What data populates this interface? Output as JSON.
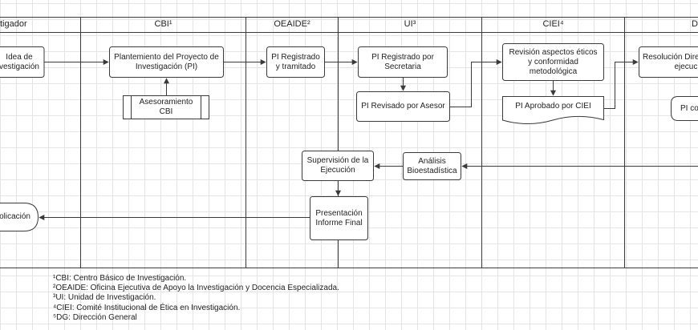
{
  "lanes": [
    {
      "id": "inv",
      "label": "tigador"
    },
    {
      "id": "cbi",
      "label": "CBI¹"
    },
    {
      "id": "oeaide",
      "label": "OEAIDE²"
    },
    {
      "id": "ui",
      "label": "UI³"
    },
    {
      "id": "ciei",
      "label": "CIEI⁴"
    },
    {
      "id": "dg",
      "label": "D"
    }
  ],
  "nodes": {
    "idea": "Idea de\nvestigación",
    "planteamiento": "Plantemiento del Proyecto de\nInvestigación (PI)",
    "asesoramiento": "Asesoramiento\nCBI",
    "registrado_tramitado": "PI Registrado\ny tramitado",
    "registrado_secretaria": "PI Registrado por\nSecretaria",
    "revisado_asesor": "PI Revisado por Asesor",
    "revision_etica": "Revisión aspectos éticos\ny conformidad\nmetodológica",
    "aprobado_ciei": "PI Aprobado por CIEI",
    "resolucion": "Resolución Dire\nejecuci",
    "pi_co": "PI co",
    "supervision": "Supervisión de la\nEjecución",
    "analisis": "Análisis\nBioestadística",
    "presentacion": "Presentación\nInforme Final",
    "publicacion": "olicación"
  },
  "notes": [
    "¹CBI: Centro Básico de Investigación.",
    "²OEAIDE: Oficina Ejecutiva de Apoyo la Investigación y Docencia Especializada.",
    "³UI: Unidad de Investigación.",
    "⁴CIEI: Comité Institucional de Ética en Investigación.",
    "⁵DG: Dirección General"
  ],
  "colors": {
    "grid": "#e4e4e4",
    "stroke": "#3a3a3a",
    "fill": "#ffffff",
    "text": "#222222"
  }
}
